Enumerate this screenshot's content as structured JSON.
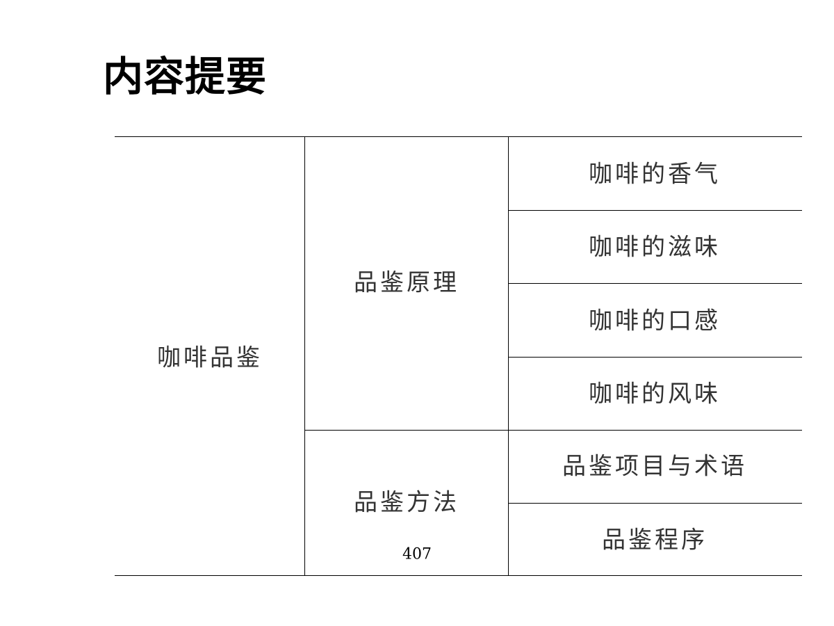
{
  "title": "内容提要",
  "outline": {
    "root": "咖啡品鉴",
    "branches": [
      {
        "label": "品鉴原理",
        "items": [
          "咖啡的香气",
          "咖啡的滋味",
          "咖啡的口感",
          "咖啡的风味"
        ]
      },
      {
        "label": "品鉴方法",
        "items": [
          "品鉴项目与术语",
          "品鉴程序"
        ]
      }
    ]
  },
  "page_number": "407"
}
